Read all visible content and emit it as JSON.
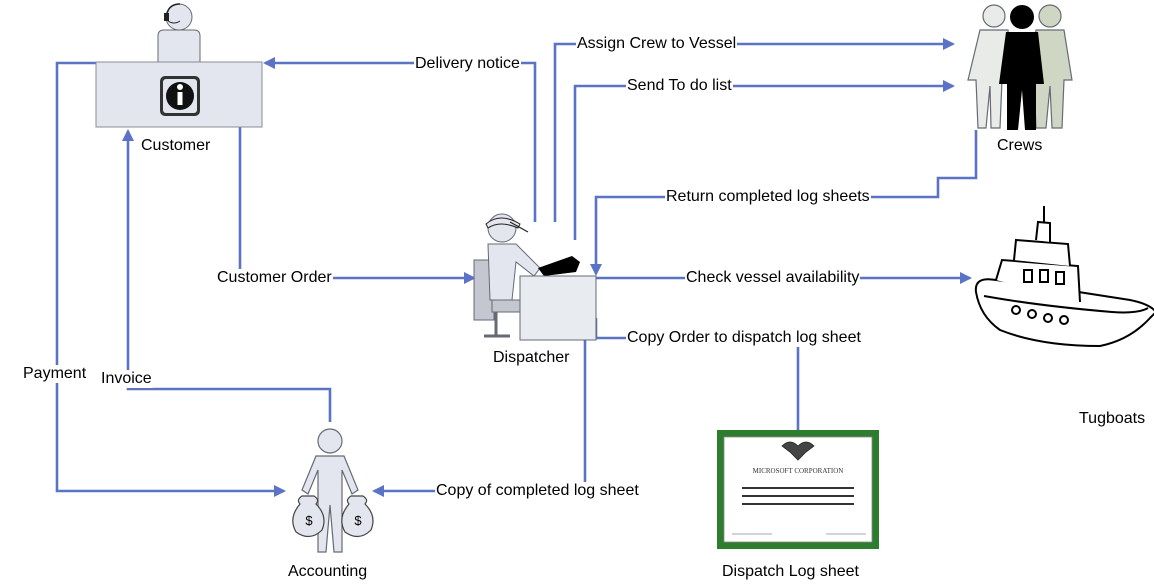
{
  "colors": {
    "connector": "#5b73c4",
    "figure_fill": "#e3e6ee",
    "figure_stroke": "#666a74",
    "certificate_border": "#2e7d2e",
    "tugboat_fill": "#ffffff"
  },
  "actors": {
    "customer": "Customer",
    "crews": "Crews",
    "dispatcher": "Dispatcher",
    "accounting": "Accounting",
    "tugboats": "Tugboats",
    "dispatch_log": "Dispatch Log sheet"
  },
  "flows": {
    "delivery_notice": "Delivery notice",
    "assign_crew": "Assign Crew to Vessel",
    "send_todo": "Send To do list",
    "return_logs": "Return completed log sheets",
    "customer_order": "Customer Order",
    "check_vessel": "Check vessel availability",
    "copy_order": "Copy Order to dispatch log sheet",
    "payment": "Payment",
    "invoice": "Invoice",
    "copy_completed": "Copy of completed log sheet"
  },
  "certificate": {
    "heading": "MICROSOFT CORPORATION"
  },
  "icons": {
    "info": "info-icon",
    "money_bag": "money-bag-icon",
    "headset": "headset-icon"
  },
  "money_symbol": "$"
}
